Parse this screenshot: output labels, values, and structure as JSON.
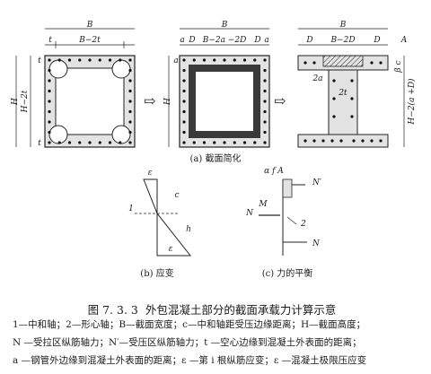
{
  "figure": {
    "number": "图 7. 3. 3",
    "title": "外包混凝土部分的截面承载力计算示意",
    "panels": {
      "a": "(a) 截面简化",
      "b": "(b) 应变",
      "c": "(c) 力的平衡"
    },
    "dims": {
      "B": "B",
      "t_c": "t",
      "B_minus_2tc": "B−2t",
      "H": "H",
      "H_minus_2tc": "H−2t",
      "a_c": "a",
      "D": "D",
      "B_minus_2ac_2D": "B−2a −2D",
      "B_minus_2D": "B−2D",
      "A_s_col": "A",
      "beta1c": "β c",
      "two_ac": "2a",
      "two_tc": "2t",
      "H_minus_2_ac_plus_D": "H−2(a +D)",
      "arrow": "⇨"
    },
    "strain": {
      "eps_cu": "ε",
      "c": "c",
      "h_i": "h",
      "eps_li": "ε",
      "label_1": "1"
    },
    "force": {
      "alpha_fc_Ac": "α f A",
      "N_l_prime": "N′",
      "N_u": "N",
      "M_u": "M",
      "N_l": "N",
      "label_2": "2"
    }
  },
  "caption_lines": [
    "1—中和轴；2—形心轴；B—截面宽度；c—中和轴距受压边缘距离；H—截面高度；",
    "N —受拉区纵筋轴力；N′—受压区纵筋轴力；t —空心边缘到混凝土外表面的距离；",
    "a —钢管外边缘到混凝土外表面的距离；ε —第 i 根纵筋应变；ε —混凝土极限压应变"
  ]
}
